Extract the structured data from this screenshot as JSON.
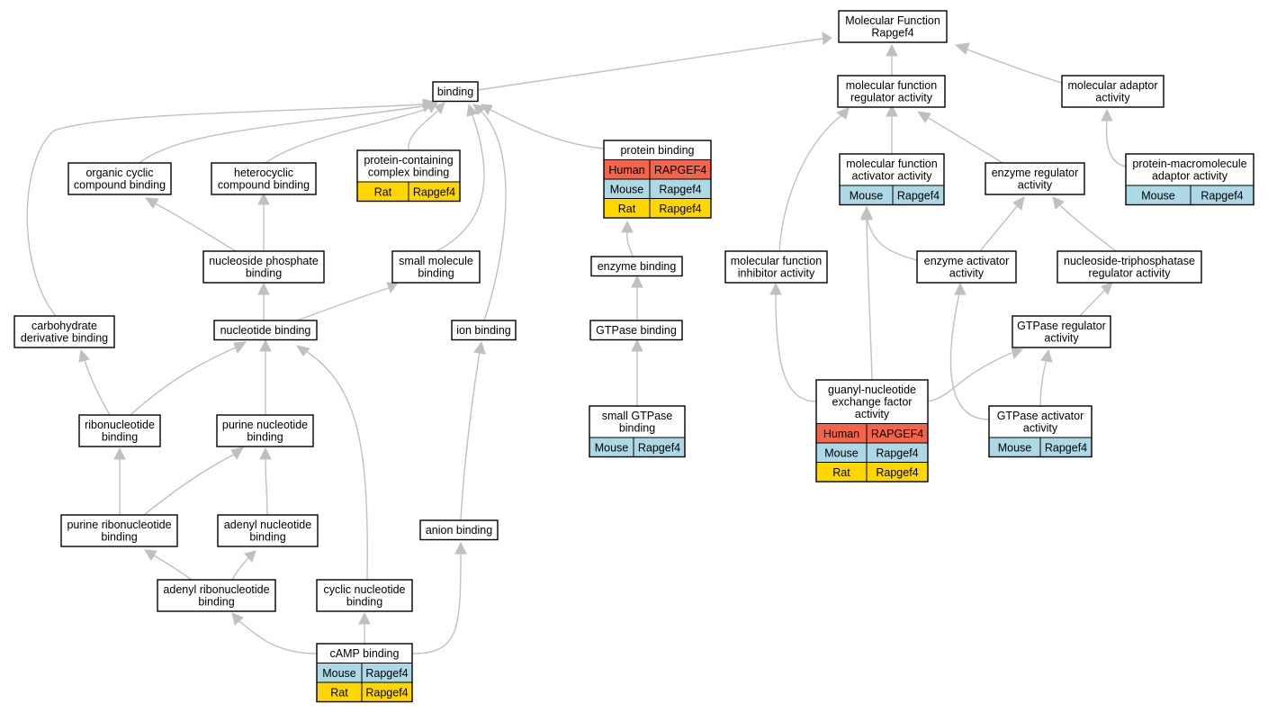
{
  "colors": {
    "human": "#f4644a",
    "mouse": "#add8e6",
    "rat": "#ffd700",
    "edge": "#c0c0c0"
  },
  "nodes": {
    "mf_root": {
      "lines": [
        "Molecular Function",
        "Rapgef4"
      ],
      "rows": []
    },
    "binding": {
      "lines": [
        "binding"
      ],
      "rows": []
    },
    "mf_regulator": {
      "lines": [
        "molecular function",
        "regulator activity"
      ],
      "rows": []
    },
    "mol_adaptor": {
      "lines": [
        "molecular adaptor",
        "activity"
      ],
      "rows": []
    },
    "organic_cyclic": {
      "lines": [
        "organic cyclic",
        "compound binding"
      ],
      "rows": []
    },
    "heterocyclic": {
      "lines": [
        "heterocyclic",
        "compound binding"
      ],
      "rows": []
    },
    "protein_complex": {
      "lines": [
        "protein-containing",
        "complex binding"
      ],
      "rows": [
        [
          "Rat",
          "Rapgef4"
        ]
      ]
    },
    "protein_binding": {
      "lines": [
        "protein binding"
      ],
      "rows": [
        [
          "Human",
          "RAPGEF4"
        ],
        [
          "Mouse",
          "Rapgef4"
        ],
        [
          "Rat",
          "Rapgef4"
        ]
      ]
    },
    "mf_activator": {
      "lines": [
        "molecular function",
        "activator activity"
      ],
      "rows": [
        [
          "Mouse",
          "Rapgef4"
        ]
      ]
    },
    "enzyme_regulator": {
      "lines": [
        "enzyme regulator",
        "activity"
      ],
      "rows": []
    },
    "protein_macro": {
      "lines": [
        "protein-macromolecule",
        "adaptor activity"
      ],
      "rows": [
        [
          "Mouse",
          "Rapgef4"
        ]
      ]
    },
    "nucleoside_phosphate": {
      "lines": [
        "nucleoside phosphate",
        "binding"
      ],
      "rows": []
    },
    "small_molecule": {
      "lines": [
        "small molecule",
        "binding"
      ],
      "rows": []
    },
    "enzyme_binding": {
      "lines": [
        "enzyme binding"
      ],
      "rows": []
    },
    "mf_inhibitor": {
      "lines": [
        "molecular function",
        "inhibitor activity"
      ],
      "rows": []
    },
    "enzyme_activator": {
      "lines": [
        "enzyme activator",
        "activity"
      ],
      "rows": []
    },
    "ntpase_regulator": {
      "lines": [
        "nucleoside-triphosphatase",
        "regulator activity"
      ],
      "rows": []
    },
    "carbohydrate": {
      "lines": [
        "carbohydrate",
        "derivative binding"
      ],
      "rows": []
    },
    "nucleotide": {
      "lines": [
        "nucleotide binding"
      ],
      "rows": []
    },
    "ion_binding": {
      "lines": [
        "ion binding"
      ],
      "rows": []
    },
    "gtpase_binding": {
      "lines": [
        "GTPase binding"
      ],
      "rows": []
    },
    "gtpase_regulator": {
      "lines": [
        "GTPase regulator",
        "activity"
      ],
      "rows": []
    },
    "ribonucleotide": {
      "lines": [
        "ribonucleotide",
        "binding"
      ],
      "rows": []
    },
    "purine_nucleotide": {
      "lines": [
        "purine nucleotide",
        "binding"
      ],
      "rows": []
    },
    "guanyl_gef": {
      "lines": [
        "guanyl-nucleotide",
        "exchange factor",
        "activity"
      ],
      "rows": [
        [
          "Human",
          "RAPGEF4"
        ],
        [
          "Mouse",
          "Rapgef4"
        ],
        [
          "Rat",
          "Rapgef4"
        ]
      ]
    },
    "small_gtpase": {
      "lines": [
        "small GTPase",
        "binding"
      ],
      "rows": [
        [
          "Mouse",
          "Rapgef4"
        ]
      ]
    },
    "gtpase_activator": {
      "lines": [
        "GTPase activator",
        "activity"
      ],
      "rows": [
        [
          "Mouse",
          "Rapgef4"
        ]
      ]
    },
    "purine_ribonucleotide": {
      "lines": [
        "purine ribonucleotide",
        "binding"
      ],
      "rows": []
    },
    "adenyl_nucleotide": {
      "lines": [
        "adenyl nucleotide",
        "binding"
      ],
      "rows": []
    },
    "anion_binding": {
      "lines": [
        "anion binding"
      ],
      "rows": []
    },
    "adenyl_ribonucleotide": {
      "lines": [
        "adenyl ribonucleotide",
        "binding"
      ],
      "rows": []
    },
    "cyclic_nucleotide": {
      "lines": [
        "cyclic nucleotide",
        "binding"
      ],
      "rows": []
    },
    "camp_binding": {
      "lines": [
        "cAMP binding"
      ],
      "rows": [
        [
          "Mouse",
          "Rapgef4"
        ],
        [
          "Rat",
          "Rapgef4"
        ]
      ]
    }
  }
}
